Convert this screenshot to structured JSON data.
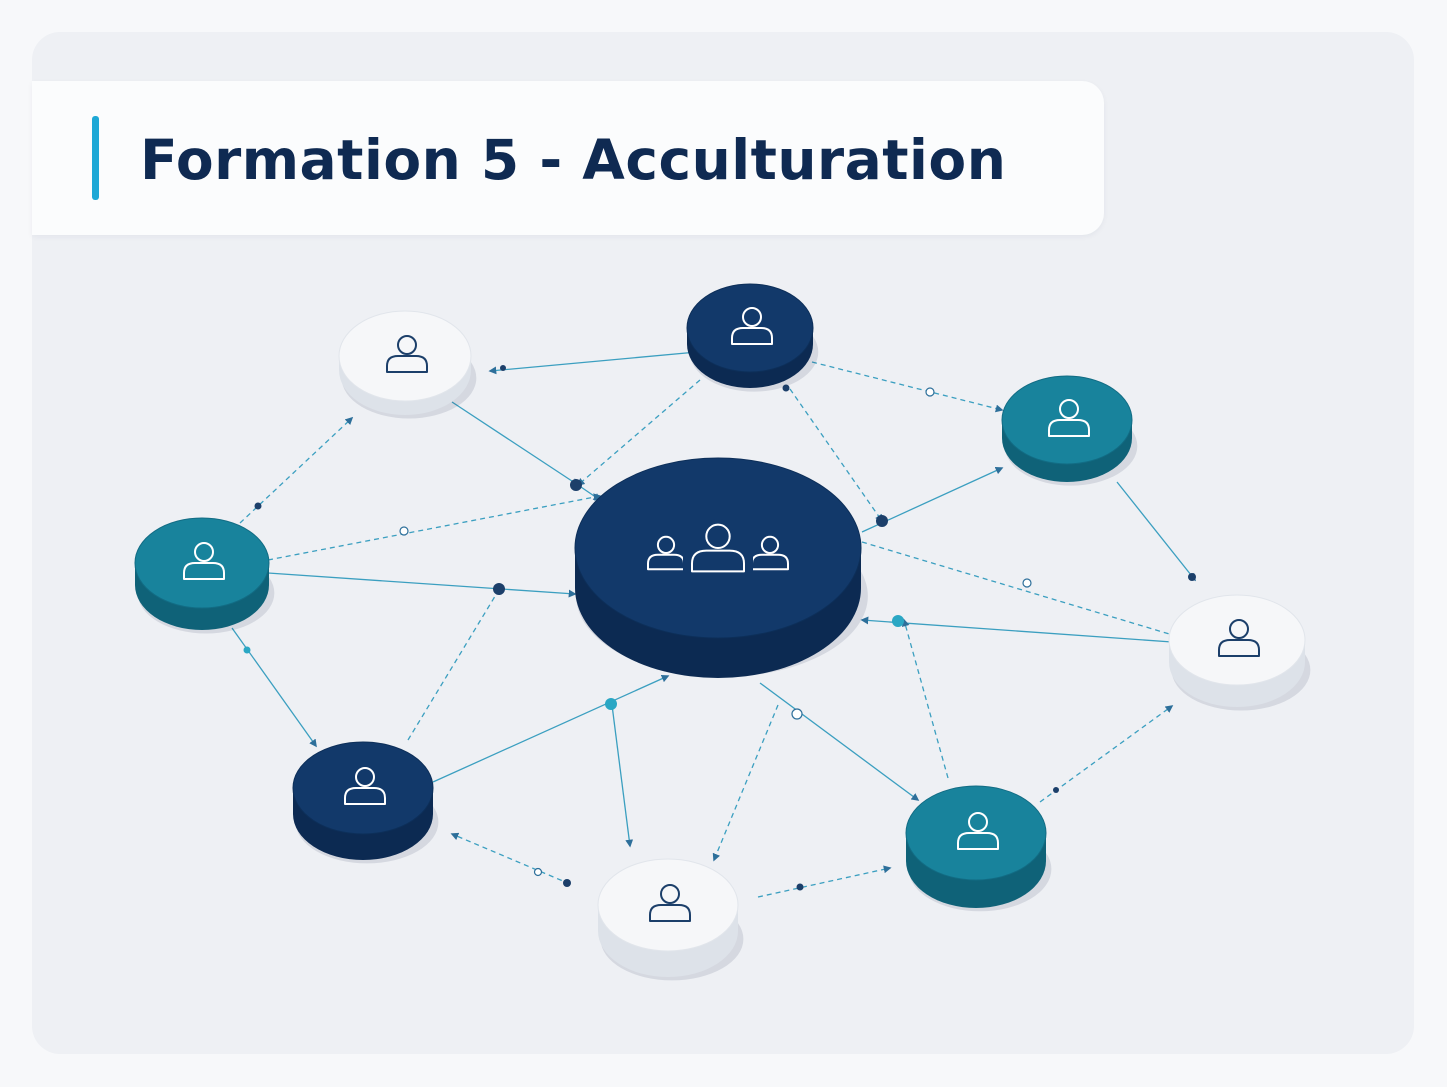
{
  "title": "Formation 5 - Acculturation",
  "colors": {
    "title_text": "#0f2a52",
    "accent": "#1ea8d6",
    "navy": "#143c6c",
    "teal": "#17809a",
    "white_node": "#f6f7f9",
    "edge": "#3b9fc0",
    "icon_navy_fill": "#ffffff",
    "icon_white_fill": "#1c3f6a"
  },
  "hub": {
    "icon": "user-group-icon",
    "color": "navy"
  },
  "nodes": [
    {
      "id": "n1",
      "icon": "user-icon",
      "color": "white"
    },
    {
      "id": "n2",
      "icon": "user-icon",
      "color": "navy"
    },
    {
      "id": "n3",
      "icon": "user-icon",
      "color": "teal"
    },
    {
      "id": "n4",
      "icon": "user-icon",
      "color": "teal"
    },
    {
      "id": "n5",
      "icon": "user-icon",
      "color": "white"
    },
    {
      "id": "n6",
      "icon": "user-icon",
      "color": "navy"
    },
    {
      "id": "n7",
      "icon": "user-icon",
      "color": "white"
    },
    {
      "id": "n8",
      "icon": "user-icon",
      "color": "teal"
    }
  ]
}
